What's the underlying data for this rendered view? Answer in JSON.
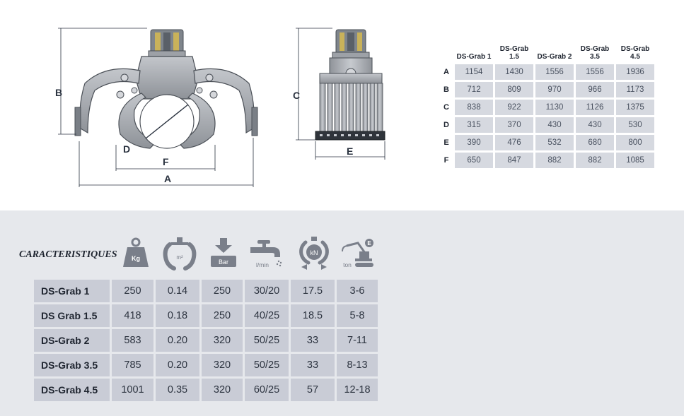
{
  "diagram": {
    "labels": {
      "a": "A",
      "b": "B",
      "c": "C",
      "d": "D",
      "e": "E",
      "f": "F"
    }
  },
  "dimensions": {
    "columns": [
      "DS-Grab 1",
      "DS-Grab 1.5",
      "DS-Grab 2",
      "DS-Grab 3.5",
      "DS-Grab 4.5"
    ],
    "rows": [
      {
        "label": "A",
        "values": [
          "1154",
          "1430",
          "1556",
          "1556",
          "1936"
        ]
      },
      {
        "label": "B",
        "values": [
          "712",
          "809",
          "970",
          "966",
          "1173"
        ]
      },
      {
        "label": "C",
        "values": [
          "838",
          "922",
          "1130",
          "1126",
          "1375"
        ]
      },
      {
        "label": "D",
        "values": [
          "315",
          "370",
          "430",
          "430",
          "530"
        ]
      },
      {
        "label": "E",
        "values": [
          "390",
          "476",
          "532",
          "680",
          "800"
        ]
      },
      {
        "label": "F",
        "values": [
          "650",
          "847",
          "882",
          "882",
          "1085"
        ]
      }
    ]
  },
  "specs": {
    "title": "CARACTERISTIQUES",
    "icons": [
      {
        "name": "weight-icon",
        "unit": "Kg"
      },
      {
        "name": "grab-capacity-icon",
        "unit": "m²"
      },
      {
        "name": "pressure-icon",
        "unit": "Bar"
      },
      {
        "name": "flow-icon",
        "unit": "l/min"
      },
      {
        "name": "force-icon",
        "unit": "kN"
      },
      {
        "name": "excavator-icon",
        "unit": "ton",
        "badge": "E"
      }
    ],
    "rows": [
      {
        "model": "DS-Grab 1",
        "values": [
          "250",
          "0.14",
          "250",
          "30/20",
          "17.5",
          "3-6"
        ]
      },
      {
        "model": "DS Grab 1.5",
        "values": [
          "418",
          "0.18",
          "250",
          "40/25",
          "18.5",
          "5-8"
        ]
      },
      {
        "model": "DS-Grab 2",
        "values": [
          "583",
          "0.20",
          "320",
          "50/25",
          "33",
          "7-11"
        ]
      },
      {
        "model": "DS-Grab 3.5",
        "values": [
          "785",
          "0.20",
          "320",
          "50/25",
          "33",
          "8-13"
        ]
      },
      {
        "model": "DS-Grab 4.5",
        "values": [
          "1001",
          "0.35",
          "320",
          "60/25",
          "57",
          "12-18"
        ]
      }
    ]
  },
  "colors": {
    "bottom_bg": "#e6e8ec",
    "cell_bg": "#c9ccd6",
    "dim_cell_bg": "#d6d9e0",
    "icon_gray": "#7a7f8a",
    "machine_gray": "#a9acb2",
    "rotator_accent": "#c9b25a"
  }
}
